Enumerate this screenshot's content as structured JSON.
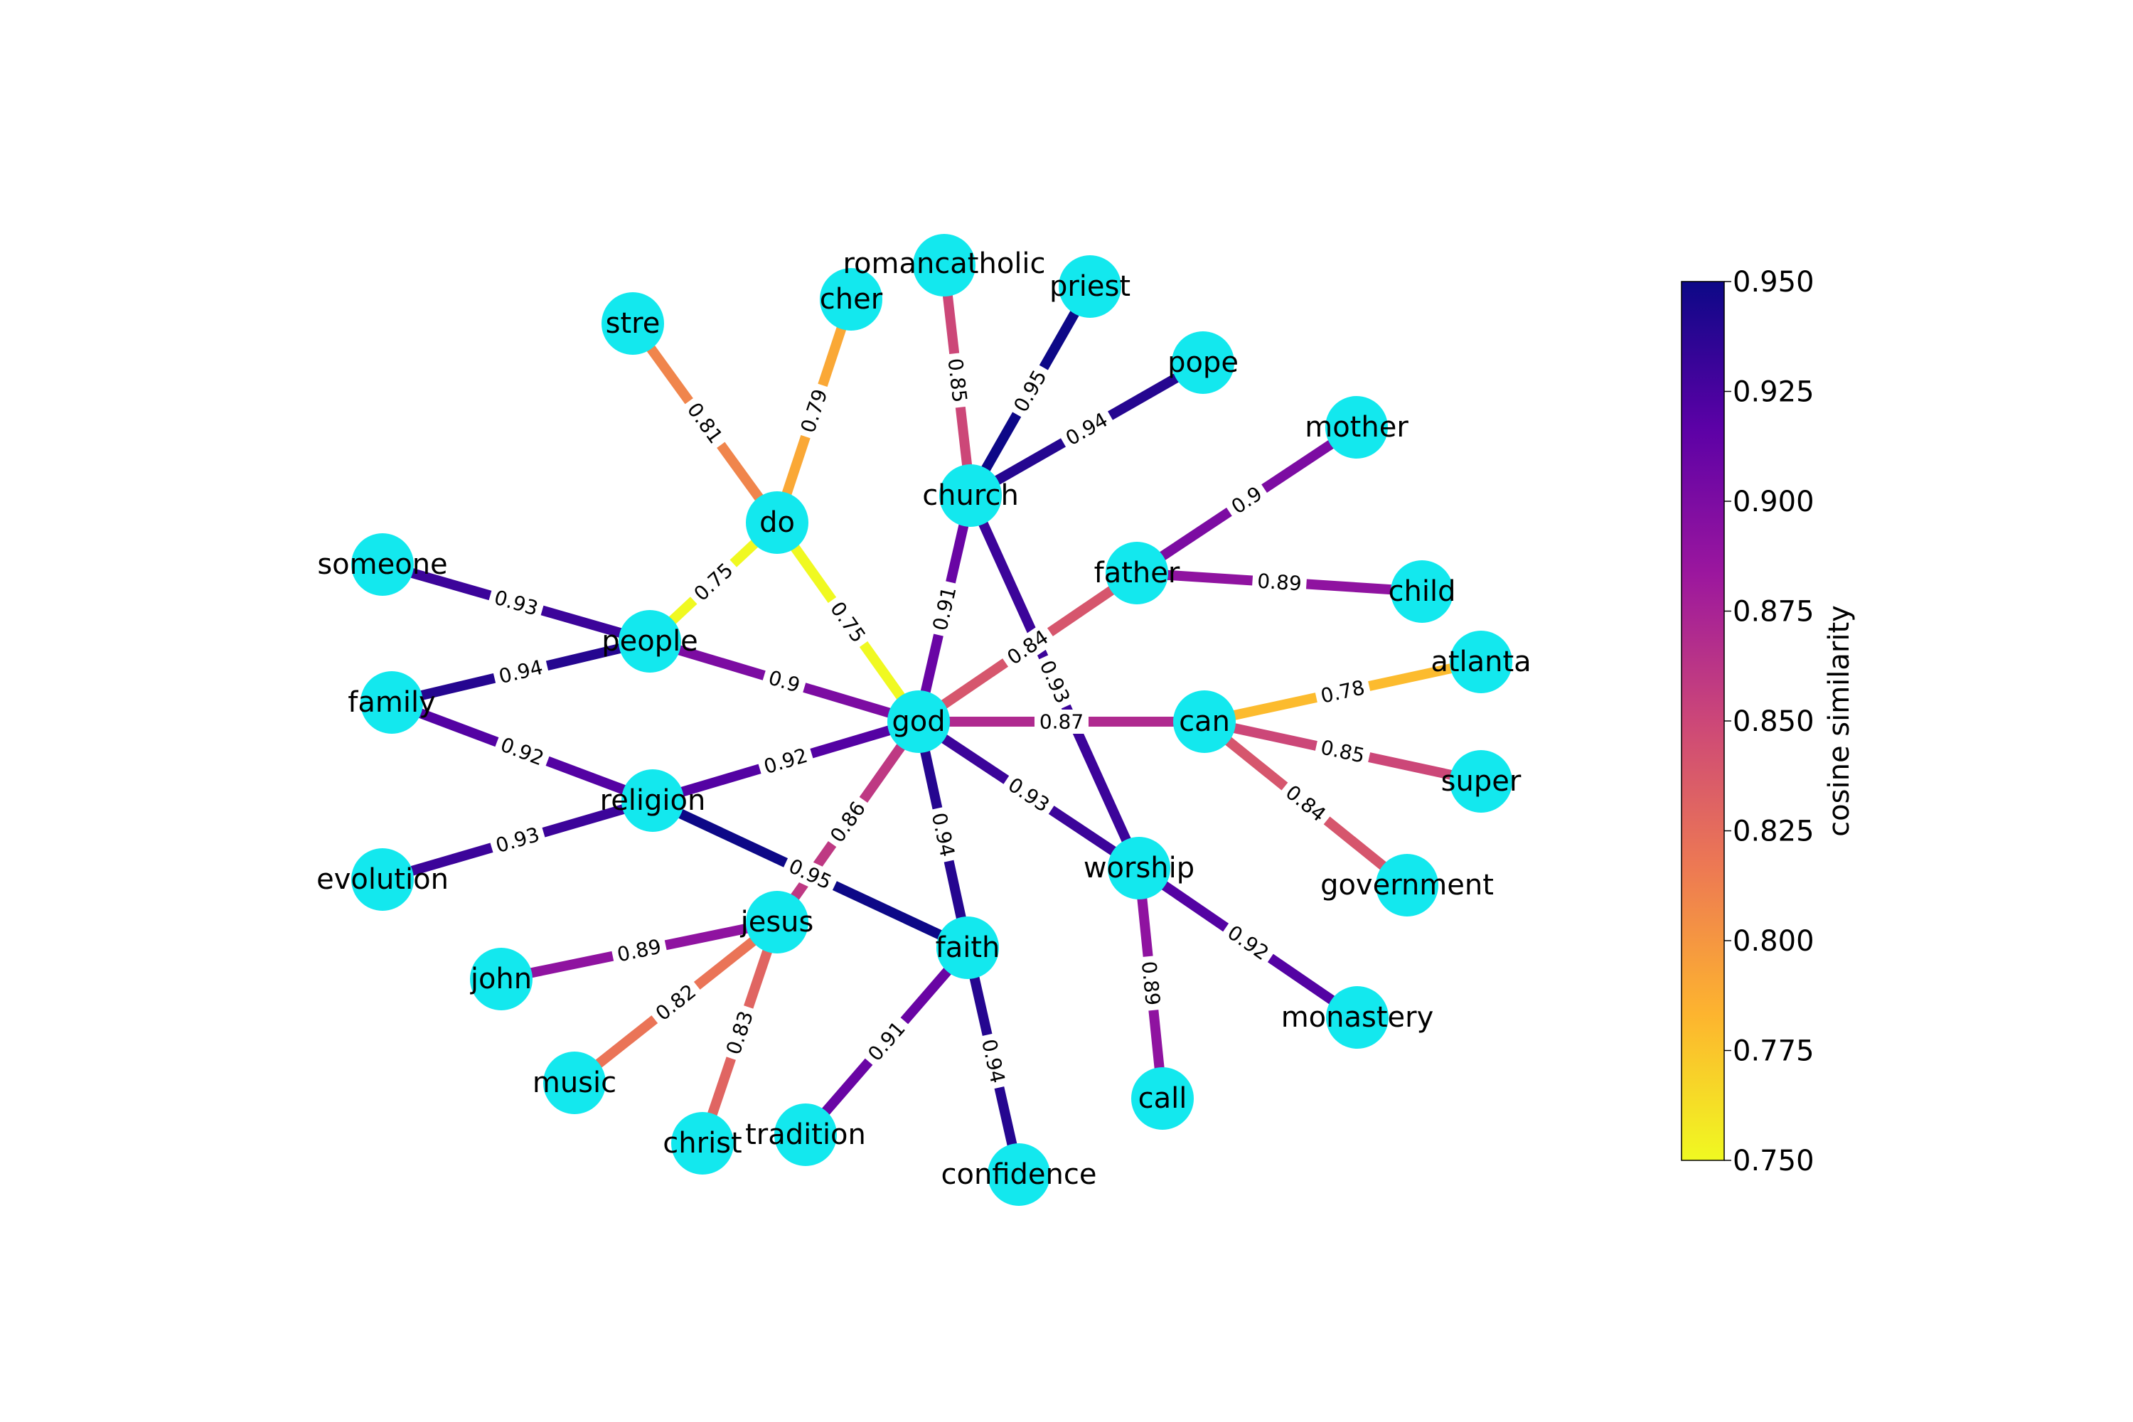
{
  "colorbar": {
    "label": "cosine similarity",
    "min": 0.75,
    "max": 0.95,
    "ticks": [
      "0.750",
      "0.775",
      "0.800",
      "0.825",
      "0.850",
      "0.875",
      "0.900",
      "0.925",
      "0.950"
    ],
    "colormap": "plasma",
    "colors": [
      "#f0f921",
      "#fdb42f",
      "#ed7953",
      "#cc4778",
      "#9c179e",
      "#5c01a6",
      "#0d0887"
    ]
  },
  "node_color": "#13e8ee",
  "nodes": [
    "god",
    "do",
    "stre",
    "cher",
    "romancatholic",
    "priest",
    "pope",
    "church",
    "mother",
    "father",
    "child",
    "someone",
    "people",
    "family",
    "religion",
    "evolution",
    "can",
    "atlanta",
    "super",
    "government",
    "worship",
    "monastery",
    "call",
    "jesus",
    "john",
    "music",
    "christ",
    "faith",
    "tradition",
    "confidence"
  ],
  "edges": [
    {
      "source": "stre",
      "target": "do",
      "weight": 0.81,
      "label": "0.81"
    },
    {
      "source": "cher",
      "target": "do",
      "weight": 0.79,
      "label": "0.79"
    },
    {
      "source": "do",
      "target": "people",
      "weight": 0.75,
      "label": "0.75"
    },
    {
      "source": "do",
      "target": "god",
      "weight": 0.75,
      "label": "0.75"
    },
    {
      "source": "romancatholic",
      "target": "church",
      "weight": 0.85,
      "label": "0.85"
    },
    {
      "source": "priest",
      "target": "church",
      "weight": 0.95,
      "label": "0.95"
    },
    {
      "source": "pope",
      "target": "church",
      "weight": 0.94,
      "label": "0.94"
    },
    {
      "source": "church",
      "target": "god",
      "weight": 0.91,
      "label": "0.91"
    },
    {
      "source": "church",
      "target": "worship",
      "weight": 0.93,
      "label": "0.93"
    },
    {
      "source": "mother",
      "target": "father",
      "weight": 0.9,
      "label": "0.9"
    },
    {
      "source": "father",
      "target": "child",
      "weight": 0.89,
      "label": "0.89"
    },
    {
      "source": "father",
      "target": "god",
      "weight": 0.84,
      "label": "0.84"
    },
    {
      "source": "someone",
      "target": "people",
      "weight": 0.93,
      "label": "0.93"
    },
    {
      "source": "people",
      "target": "god",
      "weight": 0.9,
      "label": "0.9"
    },
    {
      "source": "family",
      "target": "people",
      "weight": 0.94,
      "label": "0.94"
    },
    {
      "source": "family",
      "target": "religion",
      "weight": 0.92,
      "label": "0.92"
    },
    {
      "source": "religion",
      "target": "god",
      "weight": 0.92,
      "label": "0.92"
    },
    {
      "source": "evolution",
      "target": "religion",
      "weight": 0.93,
      "label": "0.93"
    },
    {
      "source": "religion",
      "target": "faith",
      "weight": 0.95,
      "label": "0.95"
    },
    {
      "source": "god",
      "target": "can",
      "weight": 0.87,
      "label": "0.87"
    },
    {
      "source": "can",
      "target": "atlanta",
      "weight": 0.78,
      "label": "0.78"
    },
    {
      "source": "can",
      "target": "super",
      "weight": 0.85,
      "label": "0.85"
    },
    {
      "source": "can",
      "target": "government",
      "weight": 0.84,
      "label": "0.84"
    },
    {
      "source": "god",
      "target": "worship",
      "weight": 0.93,
      "label": "0.93"
    },
    {
      "source": "worship",
      "target": "monastery",
      "weight": 0.92,
      "label": "0.92"
    },
    {
      "source": "worship",
      "target": "call",
      "weight": 0.89,
      "label": "0.89"
    },
    {
      "source": "god",
      "target": "jesus",
      "weight": 0.86,
      "label": "0.86"
    },
    {
      "source": "john",
      "target": "jesus",
      "weight": 0.89,
      "label": "0.89"
    },
    {
      "source": "music",
      "target": "jesus",
      "weight": 0.82,
      "label": "0.82"
    },
    {
      "source": "christ",
      "target": "jesus",
      "weight": 0.83,
      "label": "0.83"
    },
    {
      "source": "god",
      "target": "faith",
      "weight": 0.94,
      "label": "0.94"
    },
    {
      "source": "tradition",
      "target": "faith",
      "weight": 0.91,
      "label": "0.91"
    },
    {
      "source": "faith",
      "target": "confidence",
      "weight": 0.94,
      "label": "0.94"
    }
  ]
}
